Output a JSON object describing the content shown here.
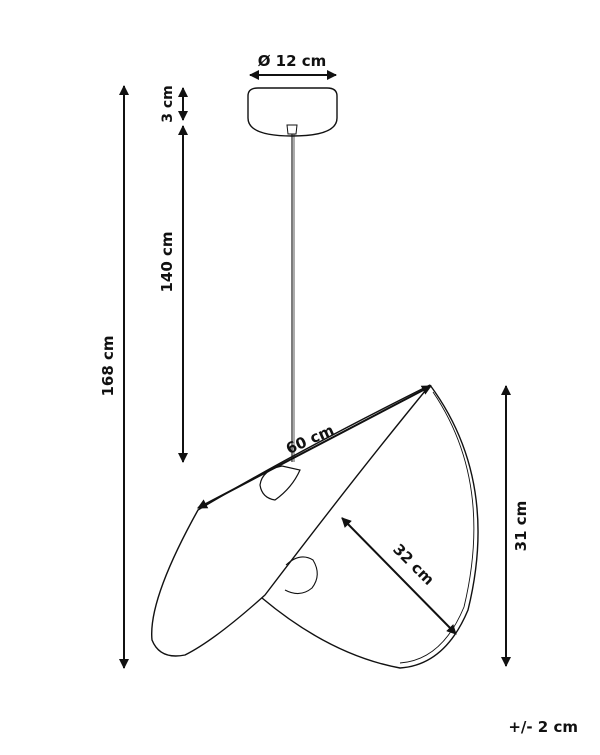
{
  "dimensions": {
    "canopy_diameter": "Ø 12 cm",
    "canopy_height": "3 cm",
    "cable_length": "140 cm",
    "total_height": "168 cm",
    "shade_width": "60 cm",
    "shade_depth": "32 cm",
    "shade_height": "31 cm"
  },
  "tolerance": "+/- 2 cm",
  "colors": {
    "line": "#111111",
    "background": "#ffffff"
  }
}
